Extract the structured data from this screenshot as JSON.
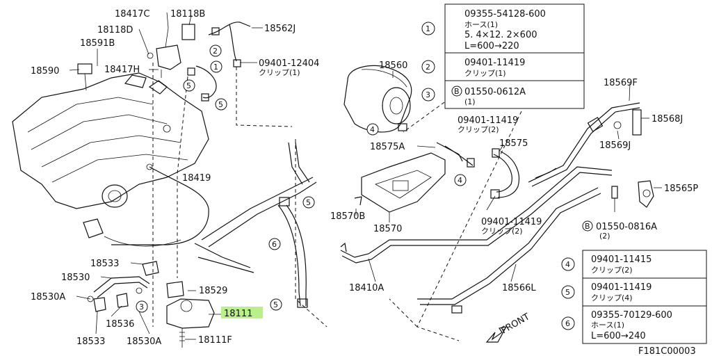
{
  "labels": {
    "p18417C": "18417C",
    "p18118B": "18118B",
    "p18118D": "18118D",
    "p18591B": "18591B",
    "p18590": "18590",
    "p18417H": "18417H",
    "p18562J": "18562J",
    "p09401_12404": "09401-12404",
    "clip_1": "クリップ(1)",
    "p18560": "18560",
    "p18569F": "18569F",
    "p18568J": "18568J",
    "p18569J": "18569J",
    "p09401_11419_a": "09401-11419",
    "clip_2a": "クリップ(2)",
    "p18575A": "18575A",
    "p18575": "18575",
    "p18565P": "18565P",
    "p18419": "18419",
    "p18570B": "18570B",
    "p18570": "18570",
    "p09401_11419_b": "09401-11419",
    "clip_2b": "クリップ(2)",
    "p01550_0816A": "01550-0816A",
    "qty_2": "(2)",
    "p18533_top": "18533",
    "p18530": "18530",
    "p18530A_left": "18530A",
    "p18529": "18529",
    "p18536": "18536",
    "p18111": "18111",
    "p18533_bottom": "18533",
    "p18530A_bottom": "18530A",
    "p18111F": "18111F",
    "p18410A": "18410A",
    "p18566L": "18566L",
    "front": "FRONT",
    "figure_code": "F181C00003"
  },
  "callouts": {
    "c1": "1",
    "c2": "2",
    "c3": "3",
    "c4": "4",
    "c5": "5",
    "c6": "6",
    "b": "B"
  },
  "legend_top": [
    {
      "num": "1",
      "lines": [
        "09355-54128-600",
        "ホース(1)",
        "5. 4×12. 2×600",
        "L=600→220"
      ]
    },
    {
      "num": "2",
      "lines": [
        "09401-11419",
        "クリップ(1)"
      ]
    },
    {
      "num": "3",
      "lines": [
        "01550-0612A",
        "(1)"
      ],
      "bolt": "B"
    }
  ],
  "legend_bottom": [
    {
      "num": "4",
      "lines": [
        "09401-11415",
        "クリップ(2)"
      ]
    },
    {
      "num": "5",
      "lines": [
        "09401-11419",
        "クリップ(4)"
      ]
    },
    {
      "num": "6",
      "lines": [
        "09355-70129-600",
        "ホース(1)",
        "L=600→240"
      ]
    }
  ],
  "highlight_color": "#b9f08a"
}
